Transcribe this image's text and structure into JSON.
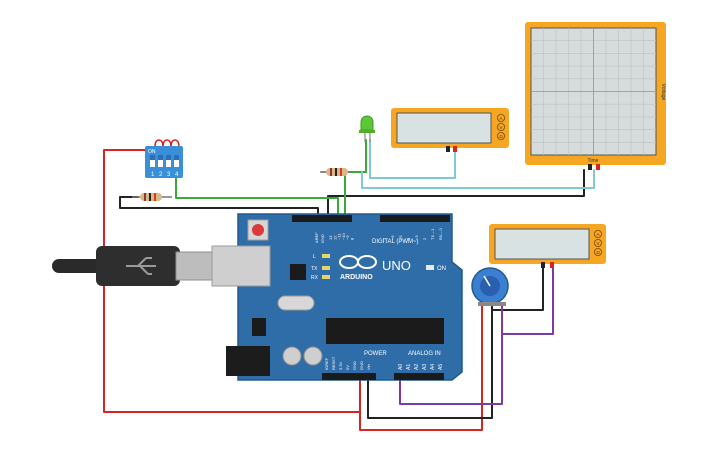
{
  "board": {
    "brand": "ARDUINO",
    "model": "UNO",
    "on_label": "ON",
    "digital_label": "DIGITAL (PWM~)",
    "power_label": "POWER",
    "analog_label": "ANALOG IN",
    "aref_label": "AREF",
    "gnd_label": "GND",
    "l_label": "L",
    "tx_label": "TX",
    "rx_label": "RX",
    "digital_pins": [
      "13",
      "12",
      "~11",
      "~10",
      "~9",
      "8",
      "7",
      "~6",
      "~5",
      "4",
      "~3",
      "2",
      "TX→1",
      "RX←0"
    ],
    "power_pins": [
      "IOREF",
      "RESET",
      "3.3V",
      "5V",
      "GND",
      "GND",
      "Vin"
    ],
    "analog_pins": [
      "A0",
      "A1",
      "A2",
      "A3",
      "A4",
      "A5"
    ],
    "colors": {
      "pcb": "#2f6da8",
      "pcb_edge": "#245a8d",
      "header": "#1b1b1b",
      "silk": "#ffffff"
    }
  },
  "dip_switch": {
    "on_label": "ON",
    "positions": [
      "1",
      "2",
      "3",
      "4"
    ],
    "color": "#3a8fd9"
  },
  "oscilloscope": {
    "x_label": "Time",
    "y_label": "Voltage",
    "frame_color": "#f5a623"
  },
  "multimeter_top": {
    "modes": [
      "A",
      "V",
      "Ω"
    ],
    "frame_color": "#f5a623"
  },
  "multimeter_right": {
    "modes": [
      "A",
      "V",
      "Ω"
    ],
    "frame_color": "#f5a623"
  },
  "led": {
    "color": "#5ec639"
  },
  "wire_colors": {
    "red": "#d92424",
    "black": "#222222",
    "green": "#3aa93a",
    "cyan": "#7fc8d6",
    "purple": "#7a3aa8"
  }
}
